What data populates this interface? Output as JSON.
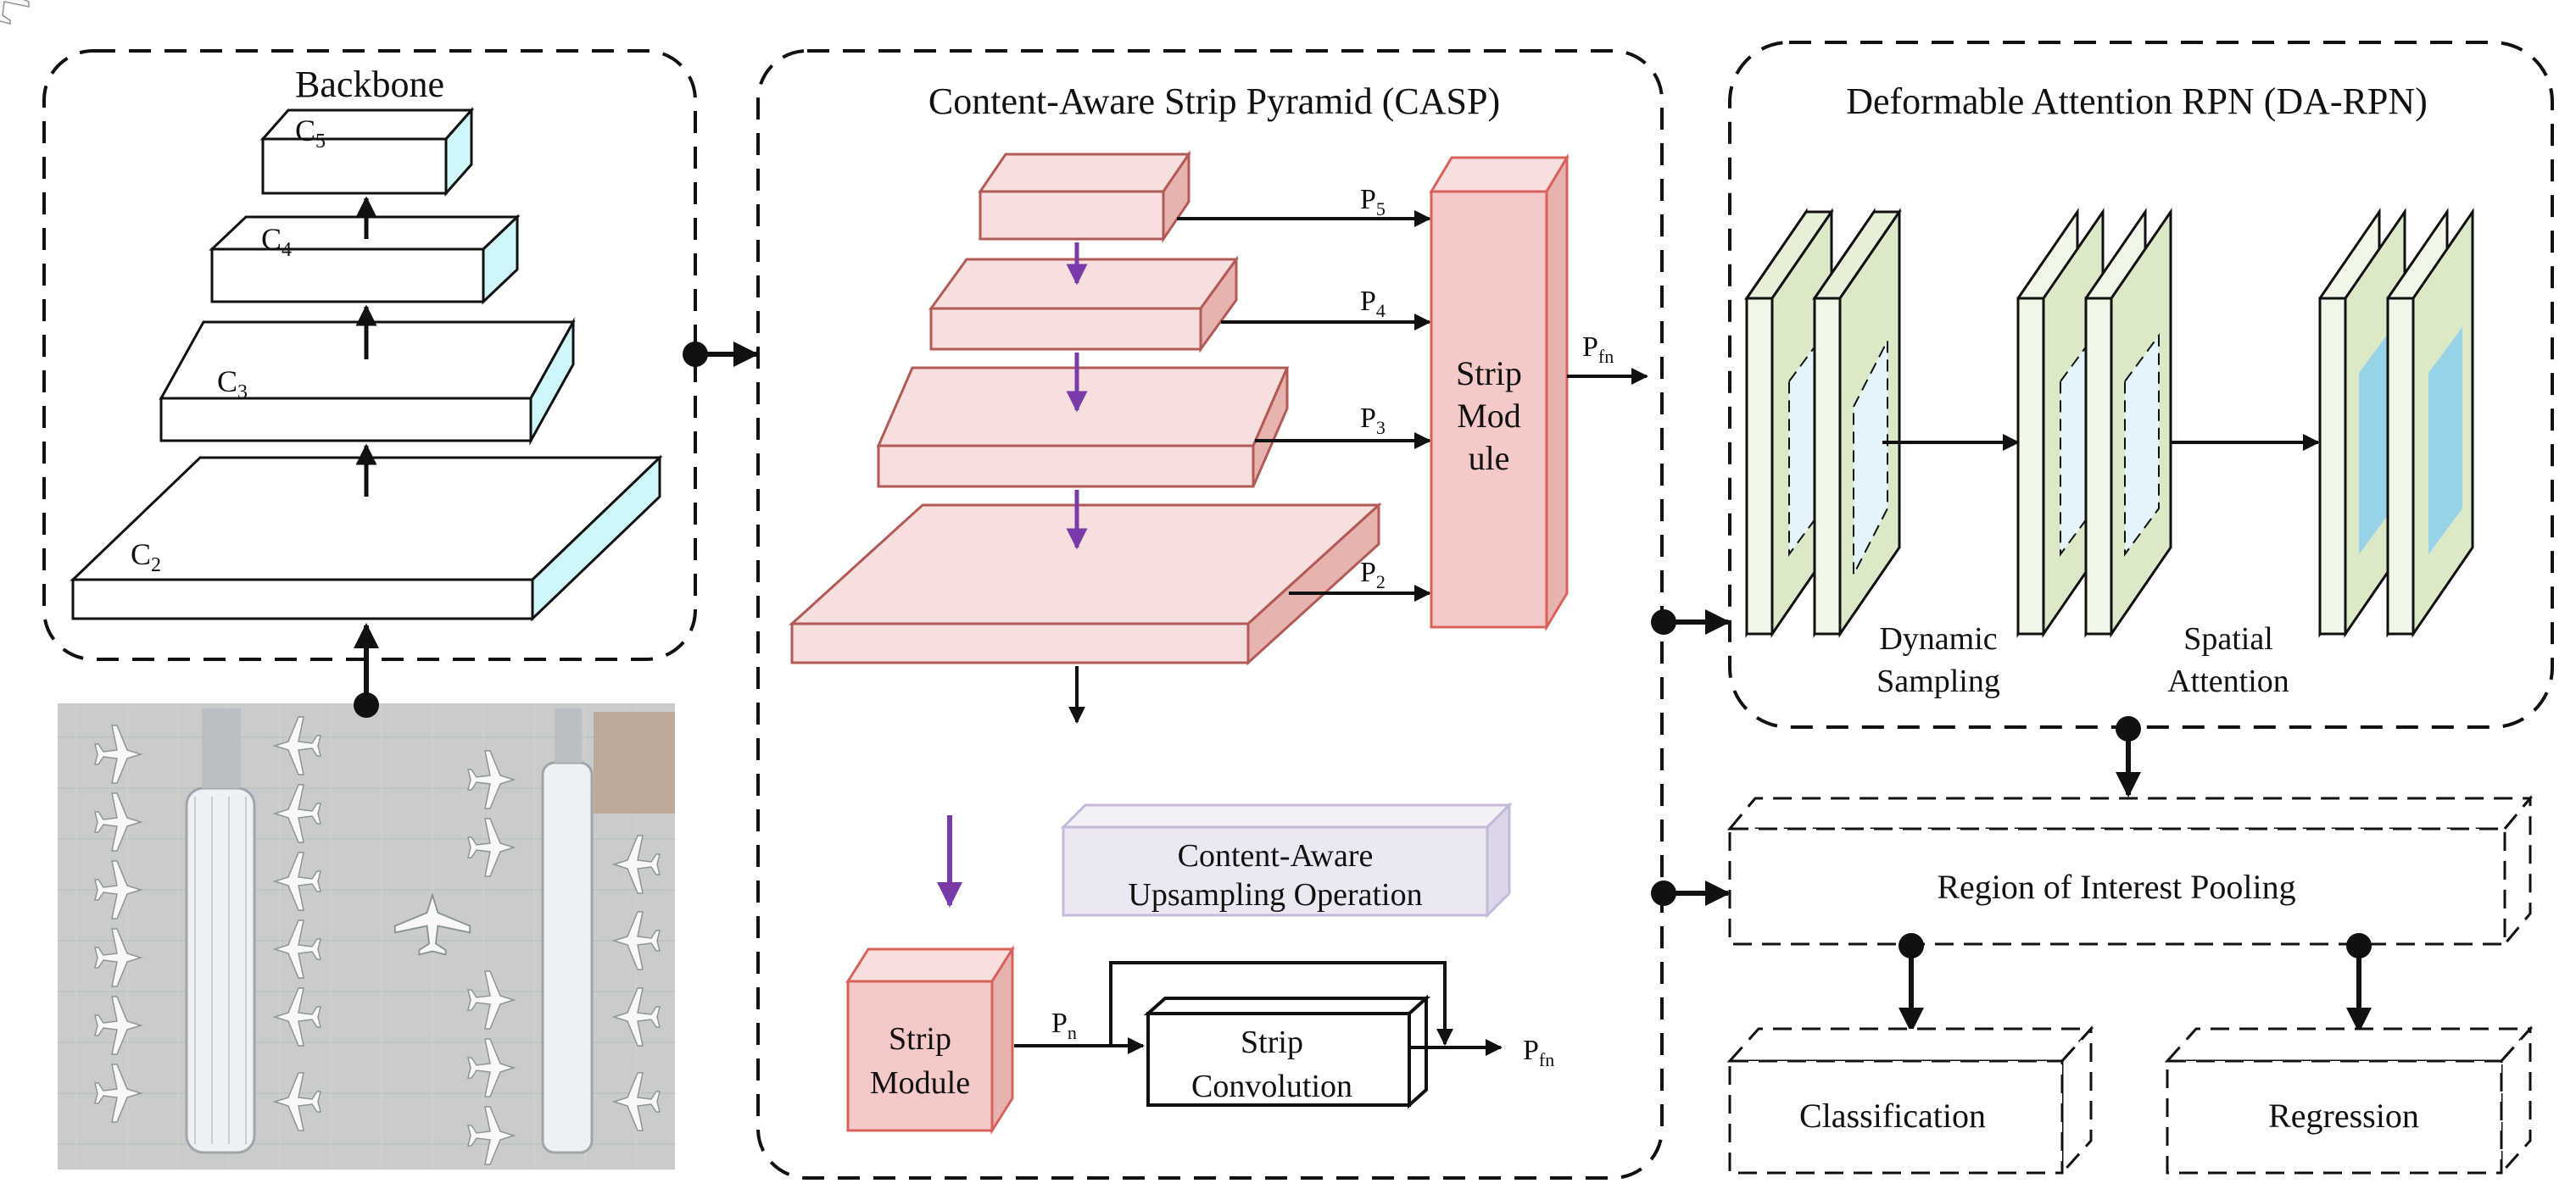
{
  "backbone": {
    "title": "Backbone",
    "layers": [
      {
        "label": "C",
        "sub": "5"
      },
      {
        "label": "C",
        "sub": "4"
      },
      {
        "label": "C",
        "sub": "3"
      },
      {
        "label": "C",
        "sub": "2"
      }
    ]
  },
  "casp": {
    "title": "Content-Aware Strip Pyramid (CASP)",
    "outputs": [
      {
        "label": "P",
        "sub": "5"
      },
      {
        "label": "P",
        "sub": "4"
      },
      {
        "label": "P",
        "sub": "3"
      },
      {
        "label": "P",
        "sub": "2"
      }
    ],
    "strip_module_lines": [
      "Strip",
      "Mod",
      "ule"
    ],
    "fused_output": {
      "label": "P",
      "sub": "fn"
    },
    "legend_upsampling_lines": [
      "Content-Aware",
      "Upsampling Operation"
    ],
    "detail_module_lines": [
      "Strip",
      "Module"
    ],
    "detail_input": {
      "label": "P",
      "sub": "n"
    },
    "detail_conv_lines": [
      "Strip",
      "Convolution"
    ],
    "detail_output": {
      "label": "P",
      "sub": "fn"
    }
  },
  "darpn": {
    "title": "Deformable Attention RPN (DA-RPN)",
    "step1_lines": [
      "Dynamic",
      "Sampling"
    ],
    "step2_lines": [
      "Spatial",
      "Attention"
    ]
  },
  "roi": {
    "label": "Region of Interest Pooling"
  },
  "heads": {
    "classification": "Classification",
    "regression": "Regression"
  },
  "colors": {
    "pink_face": "#f7dfde",
    "pink_side": "#e6b3b0",
    "pink_edge": "#b25a55",
    "red_module": "#f4c9c7",
    "cyan_side": "#cdf7f8",
    "green_panel": "#dbe9c9",
    "green_light": "#f1f7e7",
    "green_edge": "#5f7d45",
    "blue_light": "#e3f4fb",
    "blue_fill": "#98d2e9",
    "purple_arrow": "#7a3aa8",
    "lavender": "#ece8f3"
  },
  "icons": {
    "aerial_image": "airport-aerial-photo-icon"
  }
}
